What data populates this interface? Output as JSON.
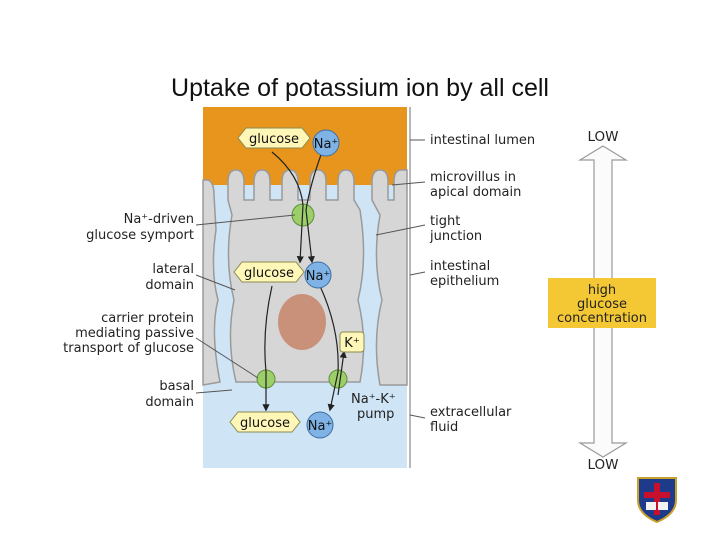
{
  "title": "Uptake of potassium ion by all cell",
  "left_labels": {
    "symport_1": "Na⁺-driven",
    "symport_2": "glucose symport",
    "lateral_1": "lateral",
    "lateral_2": "domain",
    "carrier_1": "carrier protein",
    "carrier_2": "mediating passive",
    "carrier_3": "transport of glucose",
    "basal_1": "basal",
    "basal_2": "domain"
  },
  "right_labels": {
    "lumen": "intestinal lumen",
    "microvillus_1": "microvillus in",
    "microvillus_2": "apical domain",
    "tight_1": "tight",
    "tight_2": "junction",
    "epithelium_1": "intestinal",
    "epithelium_2": "epithelium",
    "pump_1": "Na⁺-K⁺",
    "pump_2": "pump",
    "ecf_1": "extracellular",
    "ecf_2": "fluid"
  },
  "molecules": {
    "glucose": "glucose",
    "na": "Na⁺",
    "k": "K⁺"
  },
  "gradient": {
    "top": "LOW",
    "bottom": "LOW",
    "middle_1": "high",
    "middle_2": "glucose",
    "middle_3": "concentration"
  },
  "colors": {
    "lumen": "#e8951e",
    "cell": "#d6d6d6",
    "cell_edge": "#9a9a9a",
    "ecf": "#cfe4f5",
    "glucose_fill": "#fff7b8",
    "na_fill": "#7fb3e6",
    "nucleus": "#c9917a",
    "transporter": "#9ccf6a",
    "gradient_box": "#f3c834"
  }
}
